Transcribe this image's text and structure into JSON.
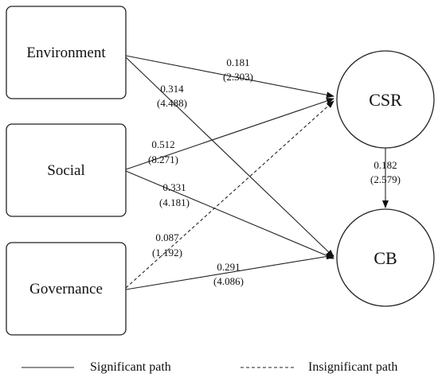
{
  "nodes": {
    "environment": "Environment",
    "social": "Social",
    "governance": "Governance",
    "csr": "CSR",
    "cb": "CB"
  },
  "paths": {
    "env_csr": {
      "coef": "0.181",
      "t": "(2.303)",
      "significant": true
    },
    "env_cb": {
      "coef": "0.314",
      "t": "(4.488)",
      "significant": true
    },
    "soc_csr": {
      "coef": "0.512",
      "t": "(8.271)",
      "significant": true
    },
    "soc_cb": {
      "coef": "0.331",
      "t": "(4.181)",
      "significant": true
    },
    "gov_csr": {
      "coef": "0.087",
      "t": "(1.192)",
      "significant": false
    },
    "gov_cb": {
      "coef": "0.291",
      "t": "(4.086)",
      "significant": true
    },
    "csr_cb": {
      "coef": "0.182",
      "t": "(2.579)",
      "significant": true
    }
  },
  "legend": {
    "significant": "Significant path",
    "insignificant": "Insignificant path"
  }
}
